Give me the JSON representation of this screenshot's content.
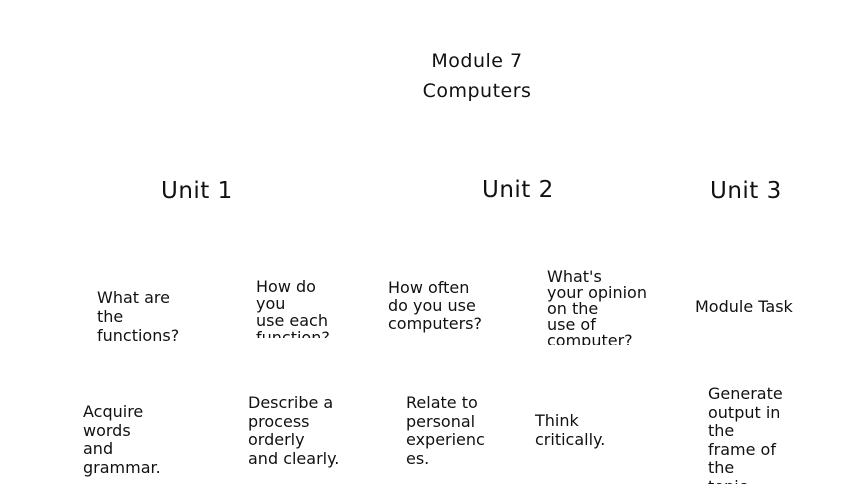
{
  "module": {
    "title": "Module 7",
    "subtitle": "Computers"
  },
  "units": [
    {
      "label": "Unit 1"
    },
    {
      "label": "Unit 2"
    },
    {
      "label": "Unit 3"
    }
  ],
  "questions": [
    {
      "text": "What are\nthe\nfunctions?"
    },
    {
      "text": "How do\nyou\nuse each\nfunction?"
    },
    {
      "text": "How often\ndo you use\ncomputers?"
    },
    {
      "text": "What's\nyour opinion\non the\nuse of\ncomputer?"
    },
    {
      "text": "Module Task"
    }
  ],
  "goals": [
    {
      "text": "Acquire\nwords\nand\ngrammar."
    },
    {
      "text": "Describe a\nprocess\norderly\nand clearly."
    },
    {
      "text": "Relate to\npersonal\nexperienc\nes."
    },
    {
      "text": "Think\ncritically."
    },
    {
      "text": "Generate\noutput in\nthe\nframe of\nthe\ntopic."
    }
  ]
}
